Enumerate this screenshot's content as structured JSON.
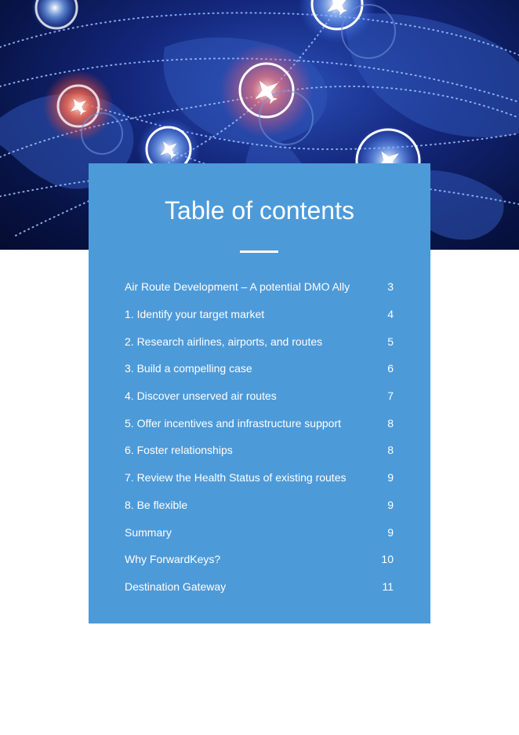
{
  "toc": {
    "title": "Table of contents",
    "items": [
      {
        "label": "Air Route Development – A potential DMO Ally",
        "page": "3"
      },
      {
        "label": "1. Identify your target market",
        "page": "4"
      },
      {
        "label": "2. Research airlines, airports, and routes",
        "page": "5"
      },
      {
        "label": "3. Build a compelling case",
        "page": "6"
      },
      {
        "label": "4. Discover unserved air routes",
        "page": "7"
      },
      {
        "label": "5. Offer incentives and infrastructure support",
        "page": "8"
      },
      {
        "label": "6. Foster relationships",
        "page": "8"
      },
      {
        "label": "7. Review the Health Status of existing routes",
        "page": "9"
      },
      {
        "label": "8. Be flexible",
        "page": "9"
      },
      {
        "label": "Summary",
        "page": "9"
      },
      {
        "label": "Why ForwardKeys?",
        "page": "10"
      },
      {
        "label": "Destination Gateway",
        "page": "11"
      }
    ]
  },
  "colors": {
    "card": "#4d9ad9",
    "text": "#ffffff",
    "hero_dark": "#081447",
    "hero_light": "#2a4fb8"
  }
}
